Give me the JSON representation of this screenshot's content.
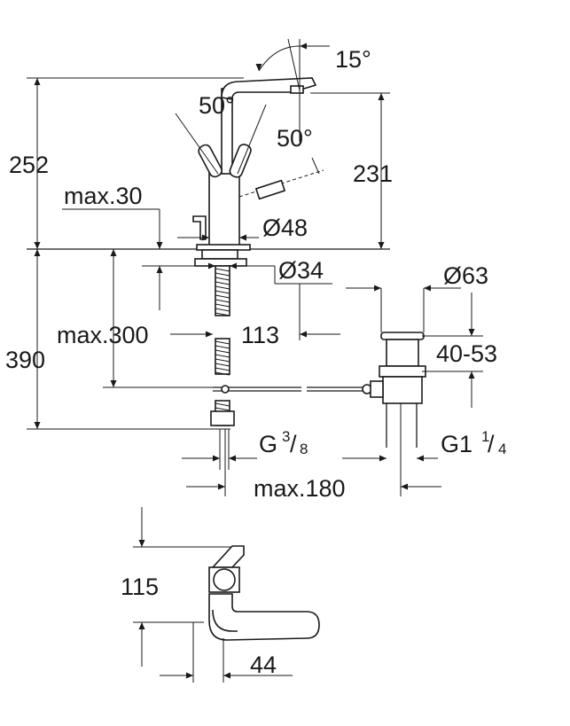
{
  "dimensions": {
    "angle_spout": "15°",
    "angle_left": "50°",
    "angle_right": "50°",
    "height_total": "252",
    "height_spout": "231",
    "max_30": "max.30",
    "dia_48": "Ø48",
    "dia_34": "Ø34",
    "dia_63": "Ø63",
    "max_300": "max.300",
    "reach_113": "113",
    "height_390": "390",
    "range_40_53": "40-53",
    "thread_g": "G",
    "thread_g_num": "3",
    "thread_g_den": "8",
    "thread_g1": "G1",
    "thread_g1_num": "1",
    "thread_g1_den": "4",
    "max_180": "max.180",
    "height_115": "115",
    "depth_44": "44"
  }
}
